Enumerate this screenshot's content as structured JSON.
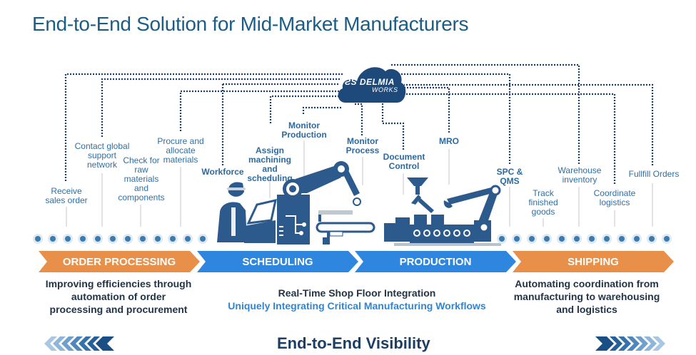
{
  "title": "End-to-End Solution for Mid-Market Manufacturers",
  "hub": {
    "brand_icon": "3ds-logo-icon",
    "name": "DELMIA",
    "sub": "WORKS",
    "color": "#1d4a7a"
  },
  "steps": [
    {
      "label": "Receive sales order",
      "lines": [
        "Receive",
        "sales order"
      ],
      "bold": false
    },
    {
      "label": "Contact global support network",
      "lines": [
        "Contact global",
        "support",
        "network"
      ],
      "bold": false
    },
    {
      "label": "Check for raw materials and components",
      "lines": [
        "Check for",
        "raw",
        "materials",
        "and",
        "components"
      ],
      "bold": false
    },
    {
      "label": "Procure and allocate materials",
      "lines": [
        "Procure and",
        "allocate",
        "materials"
      ],
      "bold": false
    },
    {
      "label": "Workforce",
      "lines": [
        "Workforce"
      ],
      "bold": true
    },
    {
      "label": "Assign machining and scheduling",
      "lines": [
        "Assign",
        "machining and",
        "scheduling"
      ],
      "bold": true
    },
    {
      "label": "Monitor Production",
      "lines": [
        "Monitor",
        "Production"
      ],
      "bold": true
    },
    {
      "label": "Monitor Process",
      "lines": [
        "Monitor",
        "Process"
      ],
      "bold": true
    },
    {
      "label": "Document Control",
      "lines": [
        "Document",
        "Control"
      ],
      "bold": true
    },
    {
      "label": "MRO",
      "lines": [
        "MRO"
      ],
      "bold": true
    },
    {
      "label": "SPC & QMS",
      "lines": [
        "SPC &",
        "QMS"
      ],
      "bold": true
    },
    {
      "label": "Track finished goods",
      "lines": [
        "Track",
        "finished",
        "goods"
      ],
      "bold": false
    },
    {
      "label": "Warehouse inventory",
      "lines": [
        "Warehouse",
        "inventory"
      ],
      "bold": false
    },
    {
      "label": "Coordinate logistics",
      "lines": [
        "Coordinate",
        "logistics"
      ],
      "bold": false
    },
    {
      "label": "Fullfill Orders",
      "lines": [
        "Fullfill Orders"
      ],
      "bold": false
    }
  ],
  "phases": [
    {
      "label": "ORDER PROCESSING",
      "color": "#e8904a"
    },
    {
      "label": "SCHEDULING",
      "color": "#2e86de"
    },
    {
      "label": "PRODUCTION",
      "color": "#2e86de"
    },
    {
      "label": "SHIPPING",
      "color": "#e8904a"
    }
  ],
  "descriptions": {
    "order": "Improving efficiencies through automation of order processing and procurement",
    "order_lines": [
      "Improving efficiencies through",
      "automation of order",
      "processing and procurement"
    ],
    "middle_line1": "Real-Time Shop Floor Integration",
    "middle_line2": "Uniquely Integrating Critical Manufacturing Workflows",
    "shipping_lines": [
      "Automating coordination from",
      "manufacturing to warehousing",
      "and logistics"
    ]
  },
  "footer": {
    "label": "End-to-End Visibility",
    "left_icon": "chevrons-left-icon",
    "right_icon": "chevrons-right-icon"
  },
  "illustration": {
    "icon": "manufacturing-robots-illustration"
  },
  "colors": {
    "title": "#1b5d87",
    "step_text": "#2f6fa3",
    "connector": "#1d3f6b",
    "dot": "#3b7bb0",
    "orange": "#e8904a",
    "blue": "#2e86de",
    "dark_text": "#233446"
  }
}
